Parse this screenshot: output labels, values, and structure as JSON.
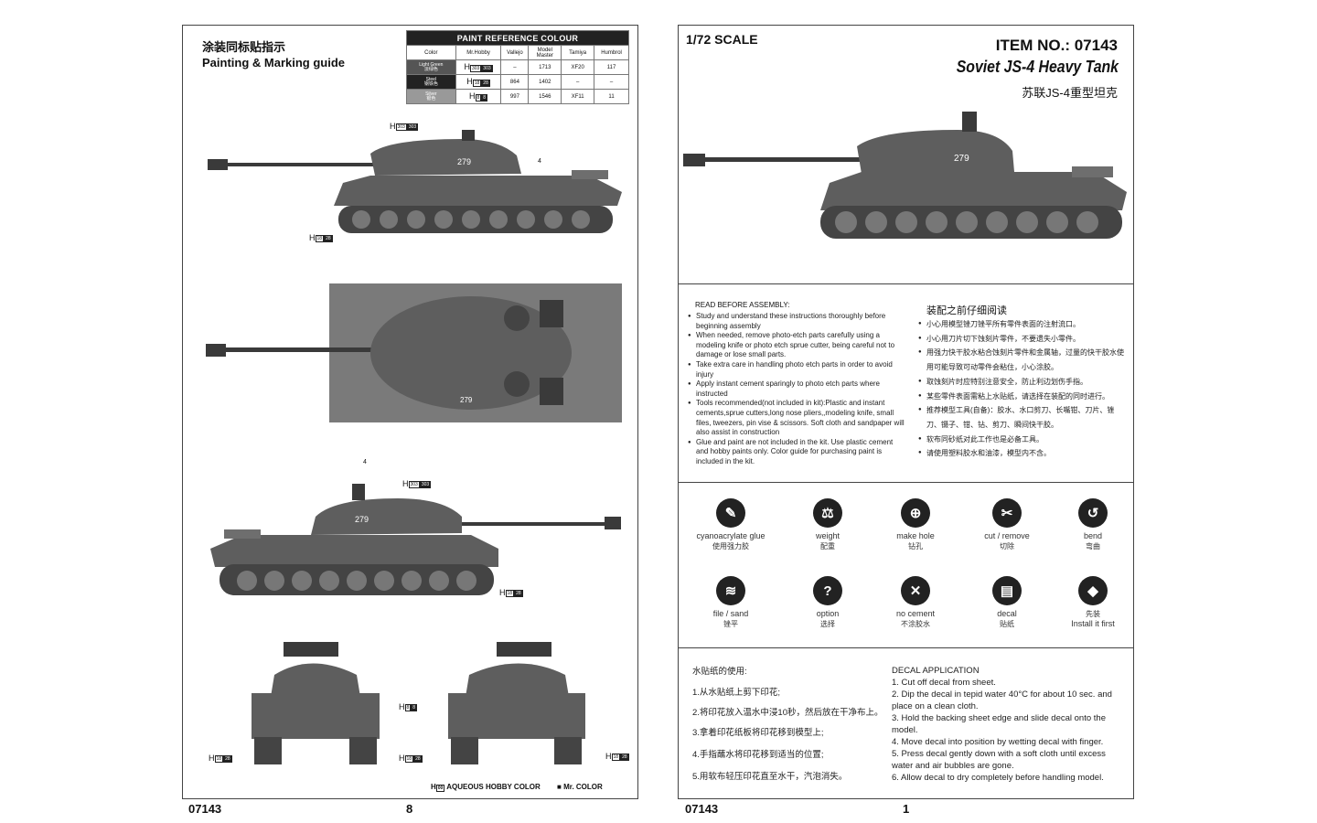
{
  "left_page": {
    "title_cn": "涂装同标贴指示",
    "title_en": "Painting & Marking guide",
    "paint_table": {
      "title": "PAINT  REFERENCE COLOUR",
      "headers": [
        "Color",
        "Mr.Hobby",
        "Vallejo",
        "Model Master",
        "Tamiya",
        "Humbrol"
      ],
      "rows": [
        {
          "name_en": "Light Green",
          "name_cn": "淡绿色",
          "h": "H",
          "c1": "303",
          "c2": "303",
          "vallejo": "–",
          "model_master": "1713",
          "tamiya": "XF20",
          "humbrol": "117"
        },
        {
          "name_en": "Steel",
          "name_cn": "钢铁色",
          "h": "H",
          "c1": "18",
          "c2": "28",
          "vallejo": "864",
          "model_master": "1402",
          "tamiya": "–",
          "humbrol": "–"
        },
        {
          "name_en": "Silver",
          "name_cn": "银色",
          "h": "H",
          "c1": "8",
          "c2": "8",
          "vallejo": "997",
          "model_master": "1546",
          "tamiya": "XF11",
          "humbrol": "11"
        }
      ]
    },
    "callouts": {
      "top_h": "H",
      "top_c1": "303",
      "top_c2": "303",
      "side_h": "H",
      "side_c1": "18",
      "side_c2": "28",
      "mid_h": "H",
      "mid_c1": "303",
      "mid_c2": "303",
      "mid_low_h": "H",
      "mid_low_c1": "18",
      "mid_low_c2": "28",
      "front_silver_h": "H",
      "front_silver_c1": "8",
      "front_silver_c2": "8",
      "front_left_h": "H",
      "front_left_c1": "18",
      "front_left_c2": "28",
      "rear_h": "H",
      "rear_c1": "18",
      "rear_c2": "28",
      "rear_right_h": "H",
      "rear_right_c1": "18",
      "rear_right_c2": "28",
      "num4a": "4",
      "num4b": "4"
    },
    "turret_number": "279",
    "footer_legend_h": "H",
    "footer_legend_box": "00",
    "footer_legend_1": "AQUEOUS HOBBY COLOR",
    "footer_legend_2": "Mr. COLOR",
    "footer_item": "07143",
    "footer_page": "8"
  },
  "right_page": {
    "scale": "1/72 SCALE",
    "item_no": "ITEM NO.: 07143",
    "title_en": "Soviet JS-4 Heavy Tank",
    "title_cn": "苏联JS-4重型坦克",
    "turret_number": "279",
    "read_before_en": "READ BEFORE ASSEMBLY:",
    "instructions_en": [
      "Study and understand these instructions thoroughly before beginning assembly",
      "When needed, remove photo-etch parts carefully using a modeling knife or photo etch sprue cutter, being careful not to damage or lose small parts.",
      "Take extra care in handling photo etch parts in order to avoid injury",
      "Apply instant cement sparingly to photo etch parts where instructed",
      "Tools recommended(not included in kit):Plastic and instant cements,sprue cutters,long nose pliers,,modeling knife, small files, tweezers, pin vise & scissors. Soft cloth and sandpaper will also assist in construction",
      "Glue and paint are not included in the kit. Use plastic cement and hobby paints only. Color guide for purchasing paint is included in the kit."
    ],
    "read_before_cn": "装配之前仔细阅读",
    "instructions_cn": [
      "小心用模型锉刀锉平所有零件表面的注射流口。",
      "小心用刀片切下蚀刻片零件，不要遗失小零件。",
      "用强力快干胶水粘合蚀刻片零件和金属轴，过量的快干胶水使用可能导致可动零件会粘住，小心涂胶。",
      "取蚀刻片时应特别注意安全，防止利边划伤手指。",
      "某些零件表面需粘上水贴纸，请选择在装配的同时进行。",
      "推荐模型工具(自备)：胶水、水口剪刀、长嘴钳、刀片、锉刀、镊子、钳、钻、剪刀、瞬间快干胶。",
      "软布同砂纸对此工作也是必备工具。",
      "请使用塑料胶水和油漆，模型内不含。"
    ],
    "symbols": [
      {
        "icon": "glue-icon",
        "glyph": "✎",
        "en": "cyanoacrylate glue",
        "cn": "使用强力胶"
      },
      {
        "icon": "weight-icon",
        "glyph": "⚖",
        "en": "weight",
        "cn": "配重"
      },
      {
        "icon": "drill-icon",
        "glyph": "⊕",
        "en": "make hole",
        "cn": "钻孔"
      },
      {
        "icon": "cut-icon",
        "glyph": "✂",
        "en": "cut / remove",
        "cn": "切除"
      },
      {
        "icon": "bend-icon",
        "glyph": "↺",
        "en": "bend",
        "cn": "弯曲"
      },
      {
        "icon": "file-icon",
        "glyph": "≋",
        "en": "file / sand",
        "cn": "锉平"
      },
      {
        "icon": "option-icon",
        "glyph": "?",
        "en": "option",
        "cn": "选择"
      },
      {
        "icon": "no-cement-icon",
        "glyph": "✕",
        "en": "no cement",
        "cn": "不涂胶水"
      },
      {
        "icon": "decal-icon",
        "glyph": "▤",
        "en": "decal",
        "cn": "贴纸"
      },
      {
        "icon": "install-first-icon",
        "glyph": "◆",
        "en": "Install it first",
        "cn": "先装"
      }
    ],
    "decal_cn_title": "水贴纸的使用:",
    "decal_cn_steps": [
      "1.从水贴纸上剪下印花;",
      "2.将印花放入温水中浸10秒，然后放在干净布上。",
      "3.拿着印花纸板将印花移到模型上;",
      "4.手指蘸水将印花移到适当的位置;",
      "5.用软布轻压印花直至水干，汽泡消失。"
    ],
    "decal_en_title": "DECAL APPLICATION",
    "decal_en_steps": [
      "1. Cut off decal from sheet.",
      "2. Dip the decal in tepid water 40°C for about 10 sec. and place on a clean cloth.",
      "3. Hold the backing sheet edge and slide decal onto the model.",
      "4. Move decal into position by wetting decal with finger.",
      "5. Press decal gently down with a soft cloth until excess water and air bubbles are gone.",
      "6. Allow decal to dry completely before handling model."
    ],
    "footer_item": "07143",
    "footer_page": "1"
  },
  "colors": {
    "tank_gray": "#5e5e5e",
    "tank_dark": "#3a3a3a",
    "tank_light": "#7a7a7a",
    "ink": "#111111"
  }
}
